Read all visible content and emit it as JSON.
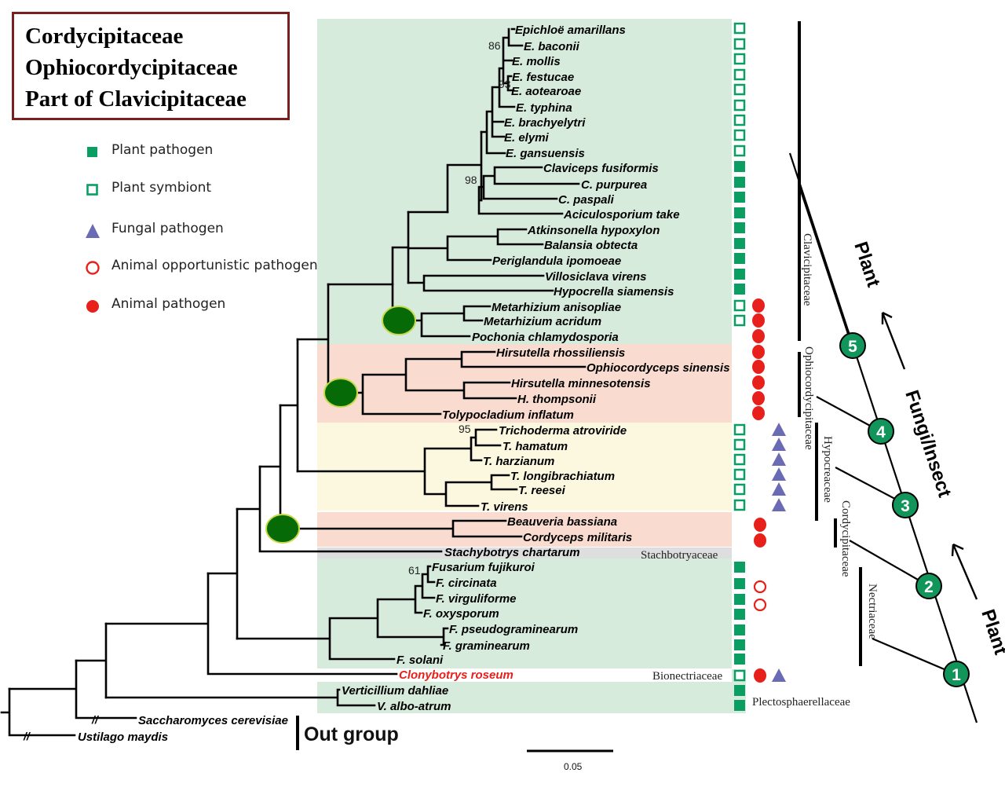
{
  "title_lines": [
    "Cordycipitaceae",
    "Ophiocordycipitaceae",
    "Part of Clavicipitaceae"
  ],
  "legend": [
    {
      "label": "Plant pathogen",
      "symbol": "filled-square"
    },
    {
      "label": "Plant symbiont",
      "symbol": "open-square"
    },
    {
      "label": "Fungal pathogen",
      "symbol": "triangle"
    },
    {
      "label": "Animal  opportunistic  pathogen",
      "symbol": "open-circle"
    },
    {
      "label": "Animal pathogen",
      "symbol": "filled-circle"
    }
  ],
  "colors": {
    "plant_green": "#0a9e63",
    "animal_red": "#e8201c",
    "fungal_purple": "#6b6bb5",
    "clade_green_bg": "#d6ebdc",
    "clade_pink_bg": "#f9dccf",
    "clade_yellow_bg": "#fbf8df",
    "clade_gray_bg": "#dedede",
    "node_green": "#066b06",
    "node_rim": "#c9d84a",
    "title_border": "#7a1f1f",
    "highlight_taxon": "#e8201c"
  },
  "taxa": [
    "Epichloë amarillans",
    "E. baconii",
    "E. mollis",
    "E. festucae",
    "E. aotearoae",
    "E. typhina",
    "E. brachyelytri",
    "E. elymi",
    "E. gansuensis",
    "Claviceps fusiformis",
    "C. purpurea",
    "C. paspali",
    "Aciculosporium take",
    "Atkinsonella hypoxylon",
    "Balansia obtecta",
    "Periglandula ipomoeae",
    "Villosiclava virens",
    "Hypocrella siamensis",
    "Metarhizium anisopliae",
    "Metarhizium acridum",
    "Pochonia chlamydosporia",
    "Hirsutella rhossiliensis",
    "Ophiocordyceps sinensis",
    "Hirsutella minnesotensis",
    "H. thompsonii",
    "Tolypocladium inflatum",
    "Trichoderma atroviride",
    "T. hamatum",
    "T. harzianum",
    "T. longibrachiatum",
    "T. reesei",
    "T. virens",
    "Beauveria bassiana",
    "Cordyceps militaris",
    "Stachybotrys chartarum",
    "Fusarium fujikuroi",
    "F. circinata",
    "F. virguliforme",
    "F. oxysporum",
    "F. pseudograminearum",
    "F. graminearum",
    "F. solani",
    "Clonybotrys roseum",
    "Verticillium dahliae",
    "V. albo-atrum",
    "Saccharomyces cerevisiae",
    "Ustilago maydis"
  ],
  "bootstrap": [
    "86",
    "93",
    "98",
    "95",
    "61"
  ],
  "families": {
    "clavicipitaceae": "Clavicipitaceae",
    "ophiocordycipitaceae": "Ophiocordycipitaceae",
    "hypocreaceae": "Hypocreaceae",
    "cordycipitaceae": "Cordycipitaceae",
    "nectriaceae": "Nectriaceae",
    "stachybotryaceae": "Stachbotryaceae",
    "bionectriaceae": "Bionectriaceae",
    "plectosphaerellaceae": "Plectosphaerellaceae"
  },
  "outgroup_label": "Out group",
  "scale_label": "0.05",
  "host_labels": {
    "plant_top": "Plant",
    "fungi_insect": "Fungi/Insect",
    "plant_bottom": "Plant"
  },
  "steps": [
    "1",
    "2",
    "3",
    "4",
    "5"
  ],
  "break_mark": "//"
}
